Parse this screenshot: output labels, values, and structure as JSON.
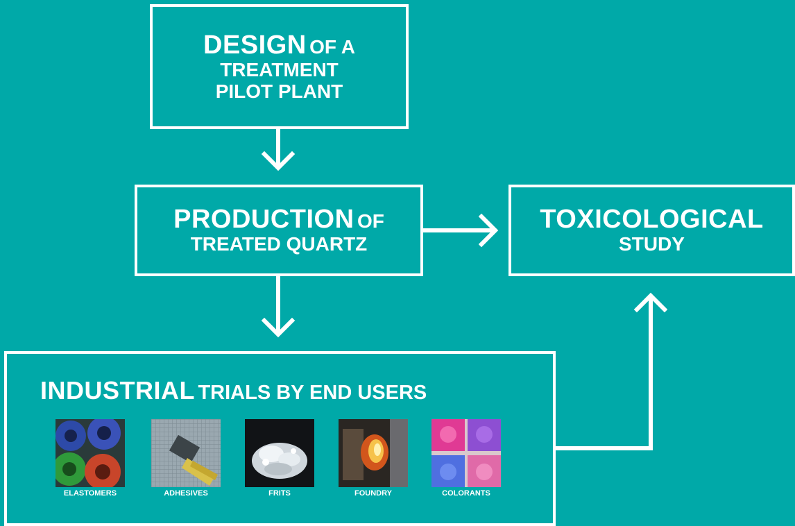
{
  "nodes": {
    "design": {
      "big": "DESIGN",
      "small1": "OF A",
      "line2": "TREATMENT",
      "line3": "PILOT PLANT"
    },
    "production": {
      "big": "PRODUCTION",
      "small1": "OF",
      "line2": "TREATED QUARTZ"
    },
    "toxicological": {
      "big": "TOXICOLOGICAL",
      "line2": "STUDY"
    },
    "industrial": {
      "big": "INDUSTRIAL",
      "small1": "TRIALS BY END USERS"
    }
  },
  "applications": [
    {
      "label": "ELASTOMERS",
      "icon": "elastomers-photo"
    },
    {
      "label": "ADHESIVES",
      "icon": "adhesives-photo"
    },
    {
      "label": "FRITS",
      "icon": "frits-photo"
    },
    {
      "label": "FOUNDRY",
      "icon": "foundry-photo"
    },
    {
      "label": "COLORANTS",
      "icon": "colorants-photo"
    }
  ],
  "colors": {
    "background": "#00a9a8",
    "stroke": "#ffffff"
  }
}
